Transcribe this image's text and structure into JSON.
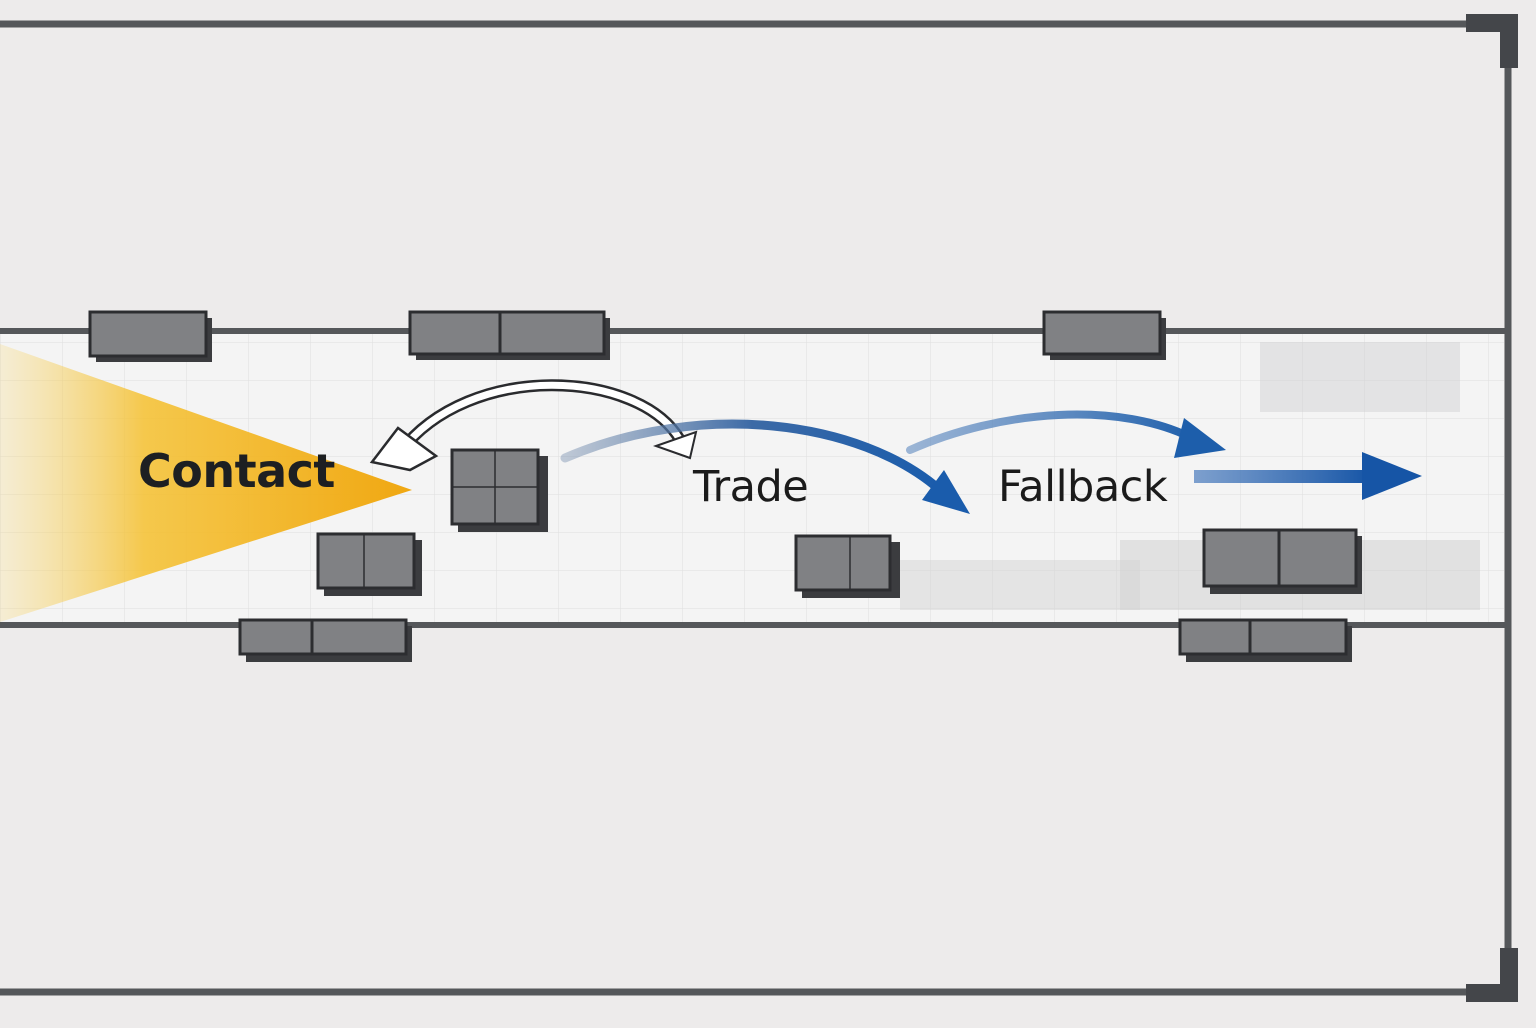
{
  "diagram": {
    "stages": [
      {
        "id": "contact",
        "label": "Contact"
      },
      {
        "id": "trade",
        "label": "Trade"
      },
      {
        "id": "fallback",
        "label": "Fallback"
      }
    ],
    "colors": {
      "background": "#edebeb",
      "corridor": "#f3f3f3",
      "wall": "#55575a",
      "cover_block": "#7f8083",
      "contact_cone": "#f2b21a",
      "movement_arrow": "#1f5fa8",
      "trade_arrow": "#ffffff"
    }
  }
}
